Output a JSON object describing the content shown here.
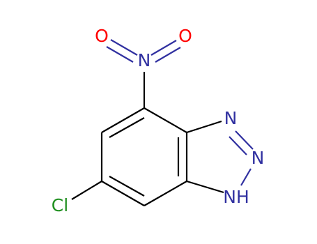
{
  "molecule": {
    "atoms": {
      "o_left": {
        "symbol": "O",
        "color": "#ff0000"
      },
      "o_right": {
        "symbol": "O",
        "color": "#ff0000"
      },
      "n_nitro": {
        "symbol": "N",
        "color": "#3030a0"
      },
      "n_triazole_top": {
        "symbol": "N",
        "color": "#3030a0"
      },
      "n_triazole_mid": {
        "symbol": "N",
        "color": "#3030a0"
      },
      "nh": {
        "symbol": "NH",
        "color": "#3030a0"
      },
      "cl": {
        "symbol": "Cl",
        "color": "#1f8f1f"
      }
    },
    "colors": {
      "bond": "#000000",
      "oxygen": "#ff0000",
      "nitrogen": "#3030a0",
      "chlorine": "#1f8f1f"
    }
  }
}
